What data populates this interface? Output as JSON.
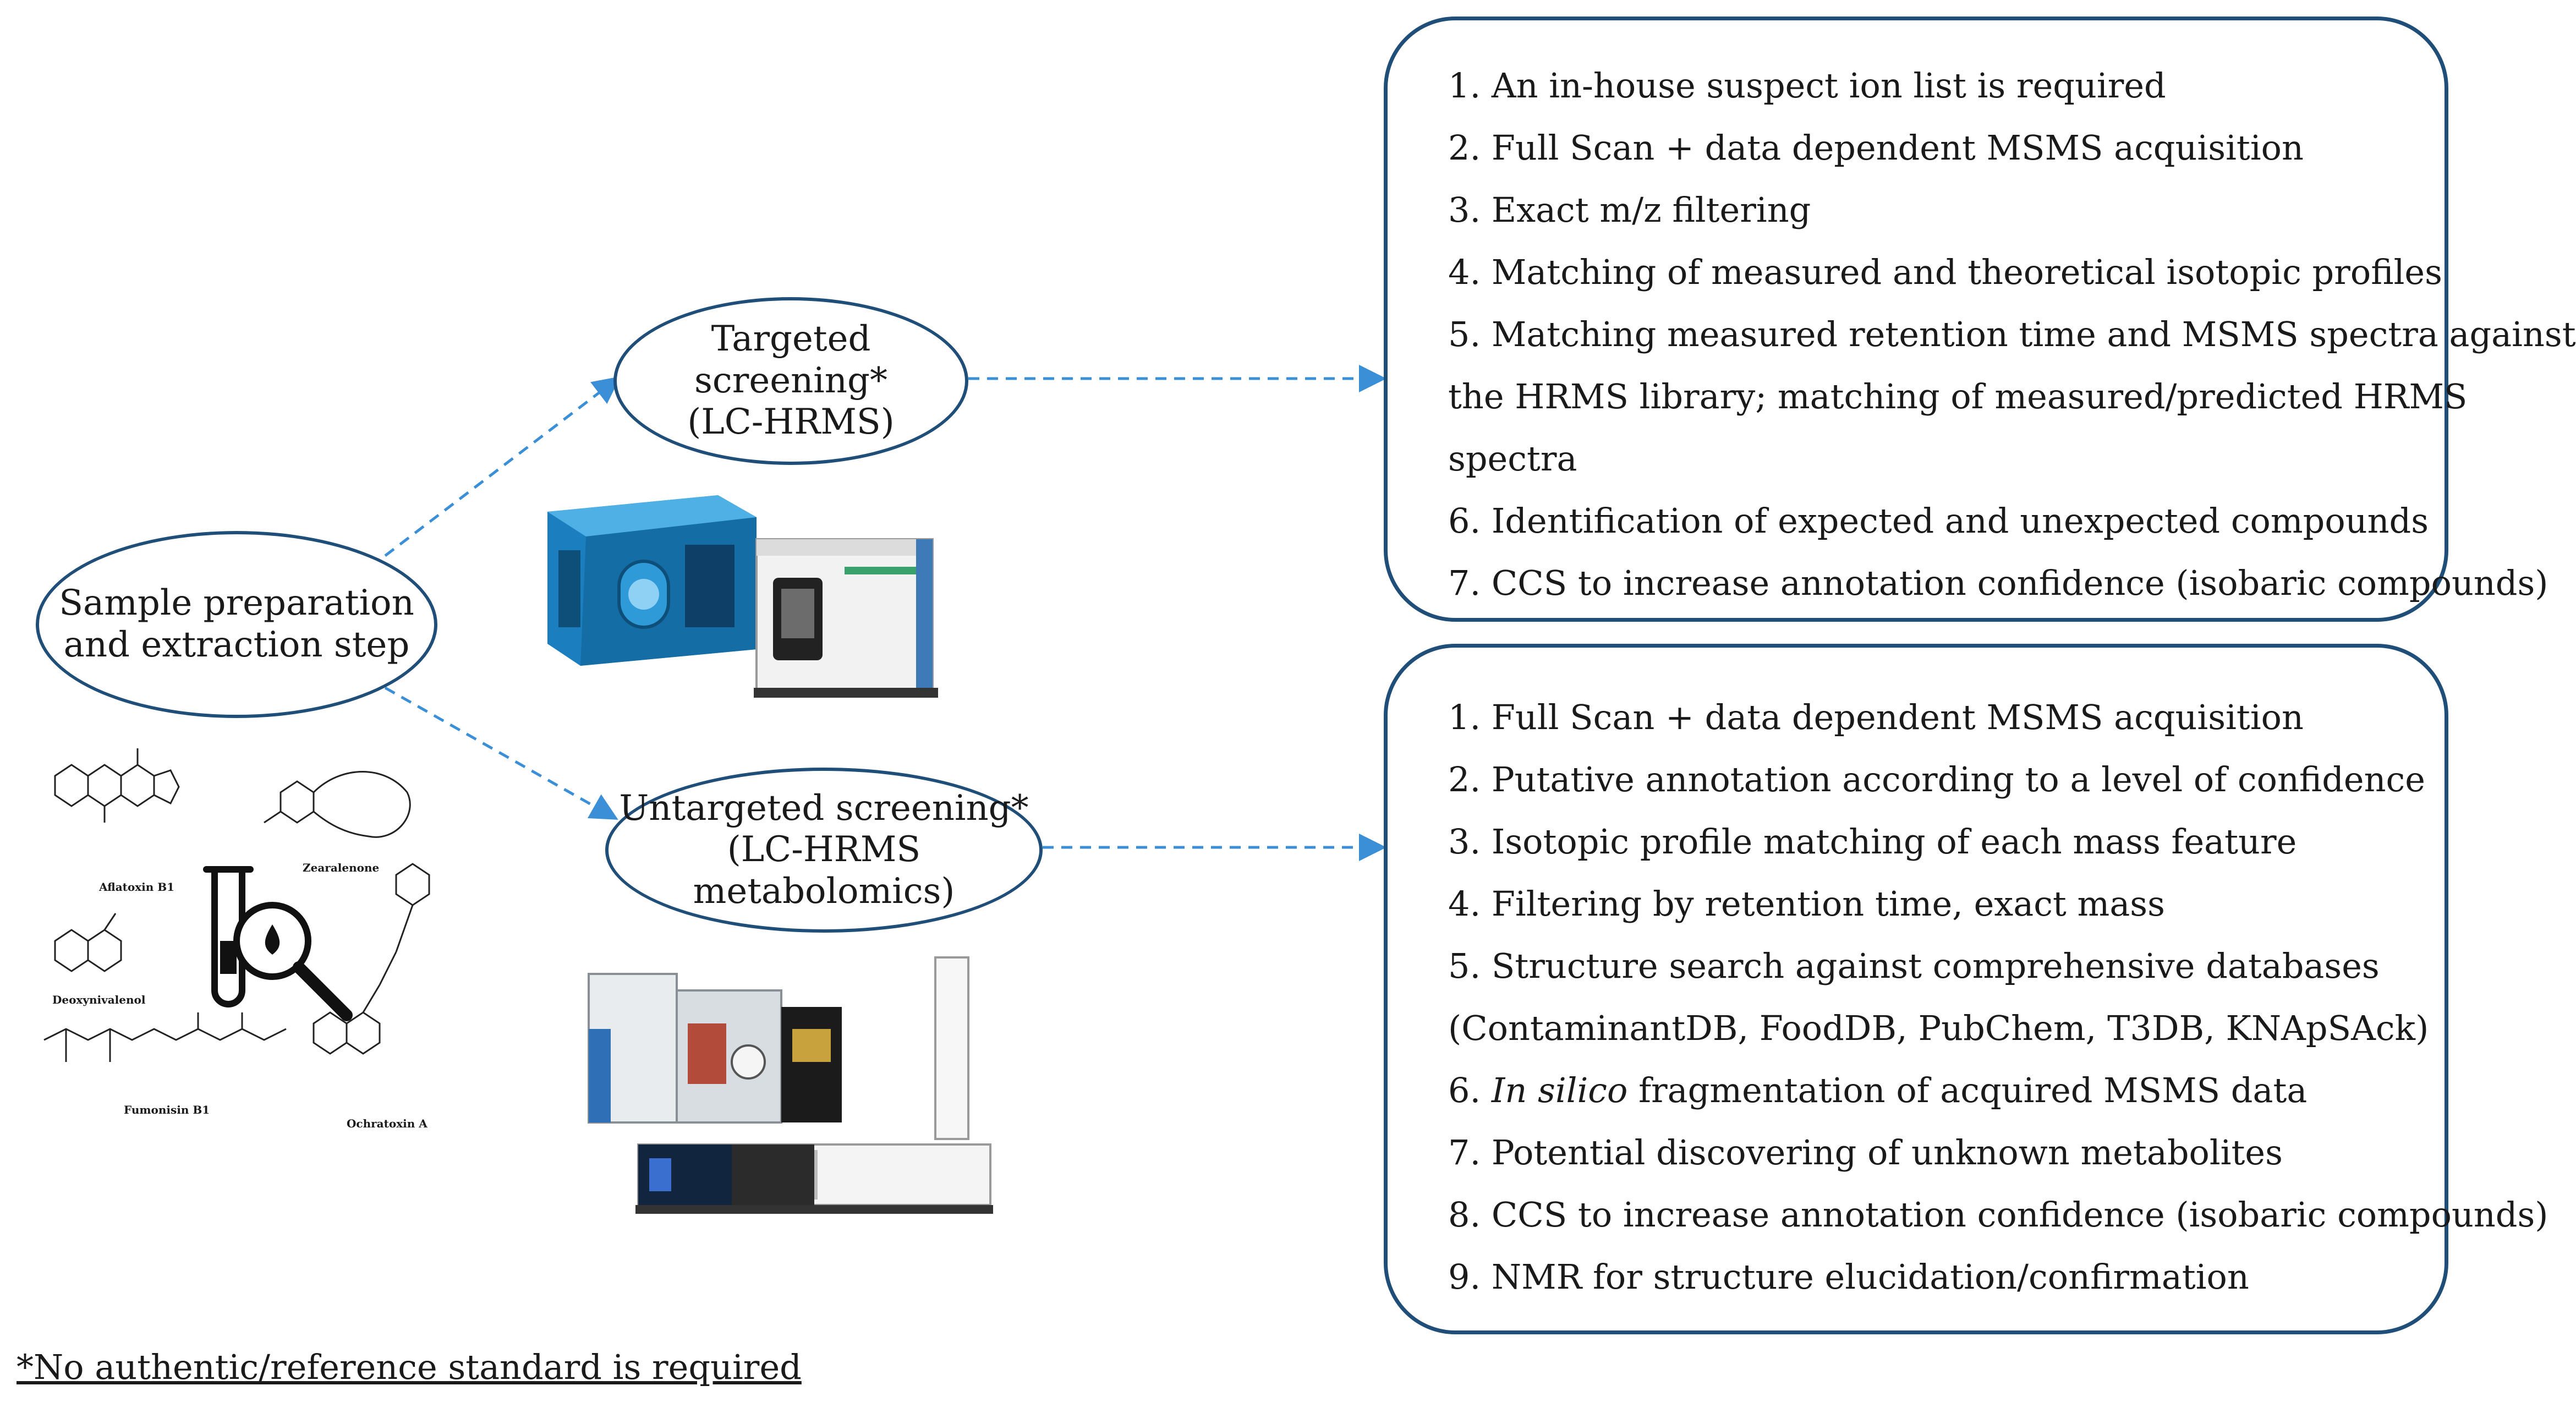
{
  "nodes": {
    "sample": [
      "Sample preparation",
      "and extraction step"
    ],
    "targeted": [
      "Targeted screening*",
      "(LC-HRMS)"
    ],
    "untargeted": [
      "Untargeted screening*",
      "(LC-HRMS metabolomics)"
    ]
  },
  "targeted_list": [
    "1. An in-house suspect ion list is required",
    "2. Full Scan + data dependent MSMS acquisition",
    "3. Exact m/z filtering",
    "4. Matching of measured and theoretical isotopic profiles",
    "5. Matching measured retention time and MSMS spectra against",
    "the HRMS library; matching of measured/predicted HRMS",
    "spectra",
    "6. Identification of expected and unexpected compounds",
    "7. CCS to increase annotation confidence (isobaric compounds)"
  ],
  "untargeted_list": [
    "1. Full Scan + data dependent MSMS acquisition",
    "2. Putative annotation according to a level of confidence",
    "3. Isotopic profile matching of each mass feature",
    "4. Filtering by retention time, exact mass",
    "5. Structure search against comprehensive databases",
    "(ContaminantDB, FoodDB, PubChem, T3DB, KNApSAck)",
    {
      "prefix": "6. ",
      "italic": "In silico",
      "rest": " fragmentation of acquired MSMS data"
    },
    "7. Potential discovering of unknown metabolites",
    "8. CCS to increase annotation confidence (isobaric compounds)",
    "9. NMR for structure elucidation/confirmation"
  ],
  "molecules": [
    "Aflatoxin B1",
    "Zearalenone",
    "Deoxynivalenol",
    "Fumonisin B1",
    "Ochratoxin A"
  ],
  "footnote": "*No authentic/reference standard is required",
  "colors": {
    "outline": "#1f4e79",
    "arrow": "#3a8fd6",
    "instrument_blue": "#1b7fbf"
  },
  "icons": [
    "test-tube-magnifier-icon"
  ]
}
